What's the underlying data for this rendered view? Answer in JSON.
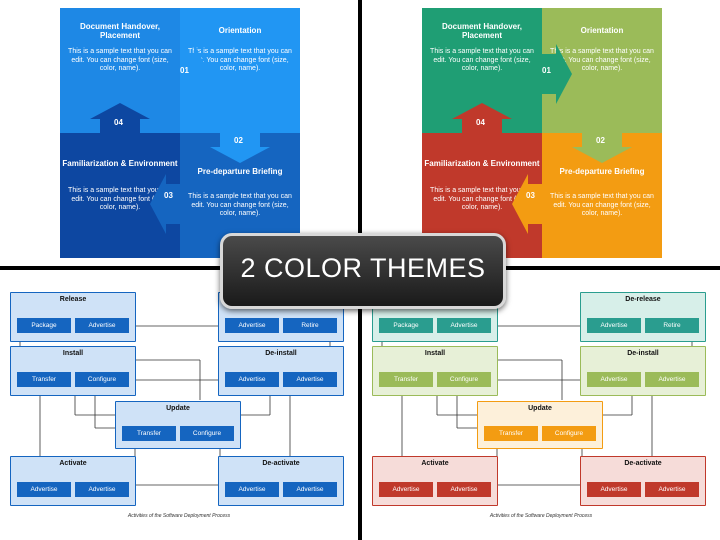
{
  "banner": "2 COLOR THEMES",
  "puzzle": {
    "tiles": [
      {
        "title": "Document Handover, Placement",
        "body": "This is a sample text that you can edit. You can change font (size, color, name)."
      },
      {
        "title": "Orientation",
        "body": "This is a sample text that you can edit. You can change font (size, color, name)."
      },
      {
        "title": "Familiarization & Environment",
        "body": "This is a sample text that you can edit. You can change font (size, color, name)."
      },
      {
        "title": "Pre-departure Briefing",
        "body": "This is a sample text that you can edit. You can change font (size, color, name)."
      }
    ],
    "numbers": [
      "01",
      "02",
      "03",
      "04"
    ]
  },
  "deployment": {
    "boxes": {
      "release": "Release",
      "derelease": "De-release",
      "install": "Install",
      "deinstall": "De-install",
      "update": "Update",
      "activate": "Activate",
      "deactivate": "De-activate"
    },
    "chips": {
      "package": "Package",
      "advertise": "Advertise",
      "retire": "Retire",
      "transfer": "Transfer",
      "configure": "Configure"
    },
    "caption": "Activities of the Software Deployment Process"
  },
  "themes": {
    "blue": {
      "tiles": [
        "#1e88e5",
        "#2196f3",
        "#0d47a1",
        "#1565c0"
      ],
      "tiles2": [
        "#1976d2",
        "#42a5f5",
        "#0b5bb5",
        "#1e6fd0"
      ],
      "box_bg": [
        "#cfe2f7",
        "#cfe2f7",
        "#cfe2f7",
        "#cfe2f7",
        "#cfe2f7",
        "#cfe2f7",
        "#cfe2f7"
      ],
      "box_border": "#1565c0",
      "chip": "#1565c0"
    },
    "color": {
      "tiles": [
        "#1f9e74",
        "#9bbb59",
        "#c0392b",
        "#f39c12"
      ],
      "box_border_release": "#2a9d8f",
      "box_bg_release": "#d7efe9",
      "box_border_install": "#9bbb59",
      "box_bg_install": "#e7f0d7",
      "box_border_update": "#f39c12",
      "box_bg_update": "#fdf0da",
      "box_border_activate": "#c0392b",
      "box_bg_activate": "#f6dcd9",
      "chip_release": "#2a9d8f",
      "chip_install": "#9bbb59",
      "chip_update": "#f39c12",
      "chip_activate": "#c0392b"
    }
  }
}
